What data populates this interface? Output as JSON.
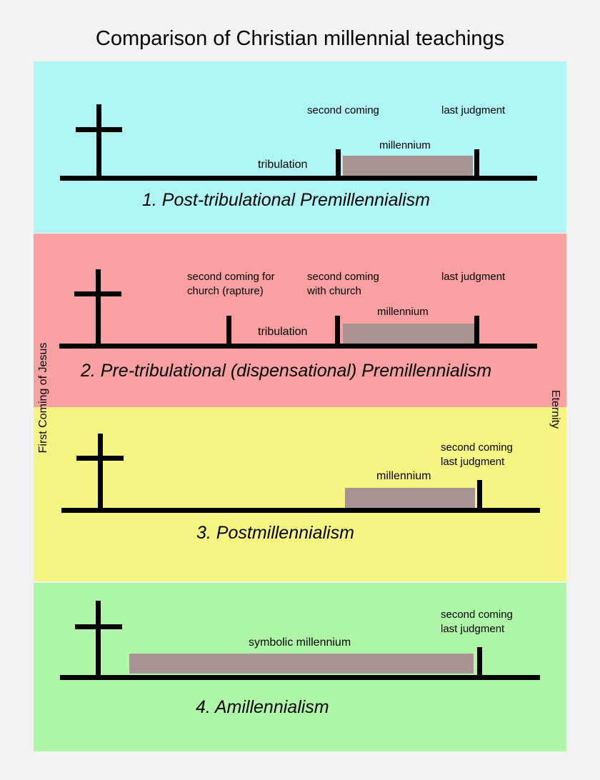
{
  "title": "Comparison of Christian millennial teachings",
  "side_labels": {
    "left": "First Coming of Jesus",
    "right": "Eternity"
  },
  "colors": {
    "band1": "#aff5f5",
    "band2": "#f9a1a1",
    "band3": "#f7f582",
    "band4": "#adf7a6",
    "millennium": "#a89292",
    "timeline": "#000000"
  },
  "views": [
    {
      "name": "1. Post-tribulational Premillennialism",
      "labels": {
        "second_coming": "second coming",
        "last_judgment": "last judgment",
        "millennium": "millennium",
        "tribulation": "tribulation"
      }
    },
    {
      "name": "2. Pre-tribulational (dispensational) Premillennialism",
      "labels": {
        "rapture_line1": "second coming for",
        "rapture_line2": "church (rapture)",
        "second_coming_line1": "second coming",
        "second_coming_line2": "with church",
        "last_judgment": "last judgment",
        "millennium": "millennium",
        "tribulation": "tribulation"
      }
    },
    {
      "name": "3. Postmillennialism",
      "labels": {
        "second_coming": "second coming",
        "last_judgment": "last judgment",
        "millennium": "millennium"
      }
    },
    {
      "name": "4. Amillennialism",
      "labels": {
        "second_coming": "second coming",
        "last_judgment": "last judgment",
        "millennium": "symbolic millennium"
      }
    }
  ]
}
